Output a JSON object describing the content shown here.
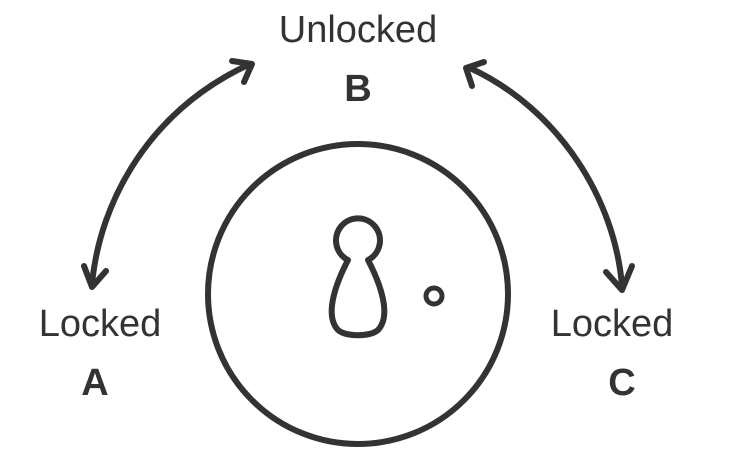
{
  "states": {
    "a": {
      "name": "Locked",
      "letter": "A"
    },
    "b": {
      "name": "Unlocked",
      "letter": "B"
    },
    "c": {
      "name": "Locked",
      "letter": "C"
    }
  },
  "colors": {
    "stroke": "#333333",
    "background": "#ffffff"
  },
  "icons": [
    "keyhole-icon",
    "pin-dot-icon",
    "double-arrow-icon"
  ]
}
